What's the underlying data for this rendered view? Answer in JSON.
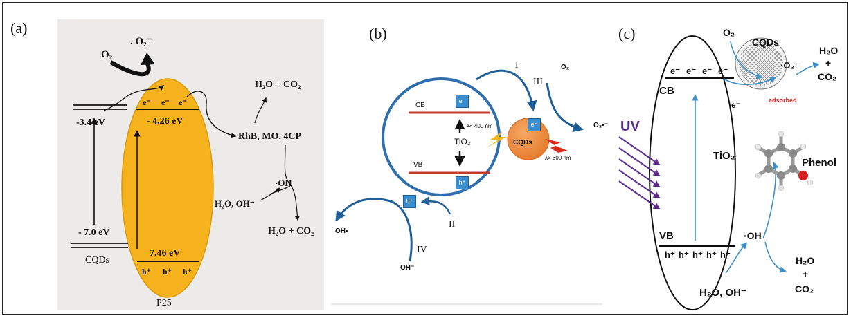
{
  "panel_a": {
    "label": "(a)",
    "o2": "O₂",
    "superoxide": ". O₂⁻",
    "electrons": [
      "e⁻",
      "e⁻",
      "e⁻"
    ],
    "holes": [
      "h⁺",
      "h⁺",
      "h⁺"
    ],
    "cb_cqd": "-3.4 eV",
    "cb_p25": "- 4.26 eV",
    "vb_cqd": "- 7.0 eV",
    "vb_p25": "7.46 eV",
    "cqds": "CQDs",
    "p25": "P25",
    "pollutants": "RhB, MO, 4CP",
    "products_top": "H₂O + CO₂",
    "oh_radical": "·OH",
    "water": "H₂O, OH⁻",
    "products_bottom": "H₂O + CO₂",
    "colors": {
      "particle": "#f5b21c",
      "particle_edge": "#d99a10"
    }
  },
  "panel_b": {
    "label": "(b)",
    "cb": "CB",
    "vb": "VB",
    "tio2": "TiO₂",
    "electron": "e⁻",
    "hole": "h⁺",
    "cqd_electron": "e⁻",
    "cqds": "CQDs",
    "uv_light": "λ< 400 nm",
    "vis_light": "λ> 600 nm",
    "step_1": "I",
    "step_2": "II",
    "step_3": "III",
    "step_4": "IV",
    "o2": "O₂",
    "superoxide": "O₂•⁻",
    "oh_radical": "OH•",
    "hydroxide": "OH⁻",
    "colors": {
      "circle": "#2f6fae",
      "band": "#c0392b",
      "cqd": "#ee8a3c",
      "flash": "#d92a1c"
    }
  },
  "panel_c": {
    "label": "(c)",
    "o2": "O₂",
    "cqds": "CQDs",
    "superoxide": "·O₂⁻",
    "adsorbed": "adsorbed",
    "products_top_1": "H₂O",
    "products_top_2": "+",
    "products_top_3": "CO₂",
    "electrons": [
      "e⁻",
      "e⁻",
      "e⁻",
      "e⁻"
    ],
    "stray_electron": "e⁻",
    "cb": "CB",
    "uv": "UV",
    "tio2": "TiO₂",
    "phenol": "Phenol",
    "vb": "VB",
    "holes": [
      "h⁺",
      "h⁺",
      "h⁺",
      "h⁺",
      "h⁺"
    ],
    "oh_radical": "·OH",
    "water": "H₂O,  OH⁻",
    "products_bottom_1": "H₂O",
    "products_bottom_2": "+",
    "products_bottom_3": "CO₂",
    "colors": {
      "arrow": "#3d8fc4",
      "uv": "#5b2d8e",
      "oxygen": "#d62020"
    }
  }
}
